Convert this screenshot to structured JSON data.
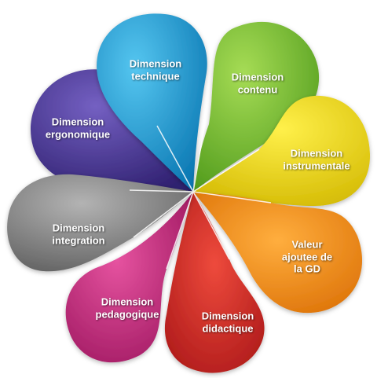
{
  "petals": [
    {
      "id": "technique",
      "color": "#1aa3db",
      "line1": "Dimension",
      "line2": "technique",
      "line3": ""
    },
    {
      "id": "contenu",
      "color": "#7cc234",
      "line1": "Dimension",
      "line2": "contenu",
      "line3": ""
    },
    {
      "id": "instrumentale",
      "color": "#e8d400",
      "line1": "Dimension",
      "line2": "instrumentale",
      "line3": ""
    },
    {
      "id": "valeur",
      "color": "#ef8a11",
      "line1": "Valeur",
      "line2": "ajoutee de",
      "line3": "la GD"
    },
    {
      "id": "didactique",
      "color": "#d42a2a",
      "line1": "Dimension",
      "line2": "didactique",
      "line3": ""
    },
    {
      "id": "pedagogique",
      "color": "#c7297a",
      "line1": "Dimension",
      "line2": "pedagogique",
      "line3": ""
    },
    {
      "id": "integration",
      "color": "#8a8a8a",
      "line1": "Dimension",
      "line2": "integration",
      "line3": ""
    },
    {
      "id": "ergonomique",
      "color": "#4e3a97",
      "line1": "Dimension",
      "line2": "ergonomique",
      "line3": ""
    }
  ]
}
